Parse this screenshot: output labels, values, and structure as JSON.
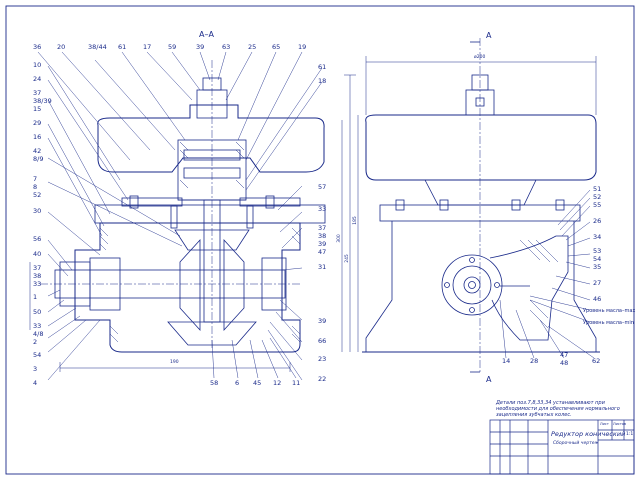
{
  "section_title": "А–А",
  "cut_mark": "А",
  "left_top_labels": [
    "36",
    "20",
    "38/44",
    "61",
    "17",
    "59",
    "39",
    "63",
    "25",
    "65",
    "19"
  ],
  "left_side_labels": [
    "10",
    "24",
    "37",
    "38/39",
    "15",
    "29",
    "16",
    "42",
    "8/9",
    "7",
    "8",
    "52",
    "30",
    "56",
    "40",
    "37",
    "38",
    "33",
    "1",
    "50",
    "33",
    "4/8",
    "2",
    "54",
    "3",
    "4"
  ],
  "center_bottom_labels": [
    "58",
    "6",
    "45",
    "12",
    "11"
  ],
  "right_side_labels": [
    "61",
    "18",
    "57",
    "33",
    "37",
    "38",
    "39",
    "47",
    "31",
    "39",
    "66",
    "23",
    "22"
  ],
  "view_labels": [
    "51",
    "52",
    "55",
    "26",
    "34",
    "53",
    "54",
    "35",
    "27",
    "46",
    "14",
    "28",
    "47",
    "48",
    "62"
  ],
  "oil_labels": [
    "Уровень масла–max",
    "Уровень масла–min"
  ],
  "dimensions": {
    "base_length": "190",
    "height_1": "300",
    "height_2": "245",
    "height_3": "185",
    "width_top": "ø200"
  },
  "note": "Детали поз.7,8,33,34 устанавливают при необходимости для обеспечения нормального зацепления зубчатых колес.",
  "title_block": {
    "name": "Редуктор конический",
    "subtitle": "Сборочный чертеж",
    "scale": "1:1",
    "sheet": "Лист",
    "sheets": "Листов"
  },
  "colors": {
    "line": "#1a2a8a",
    "paper": "#ffffff"
  }
}
